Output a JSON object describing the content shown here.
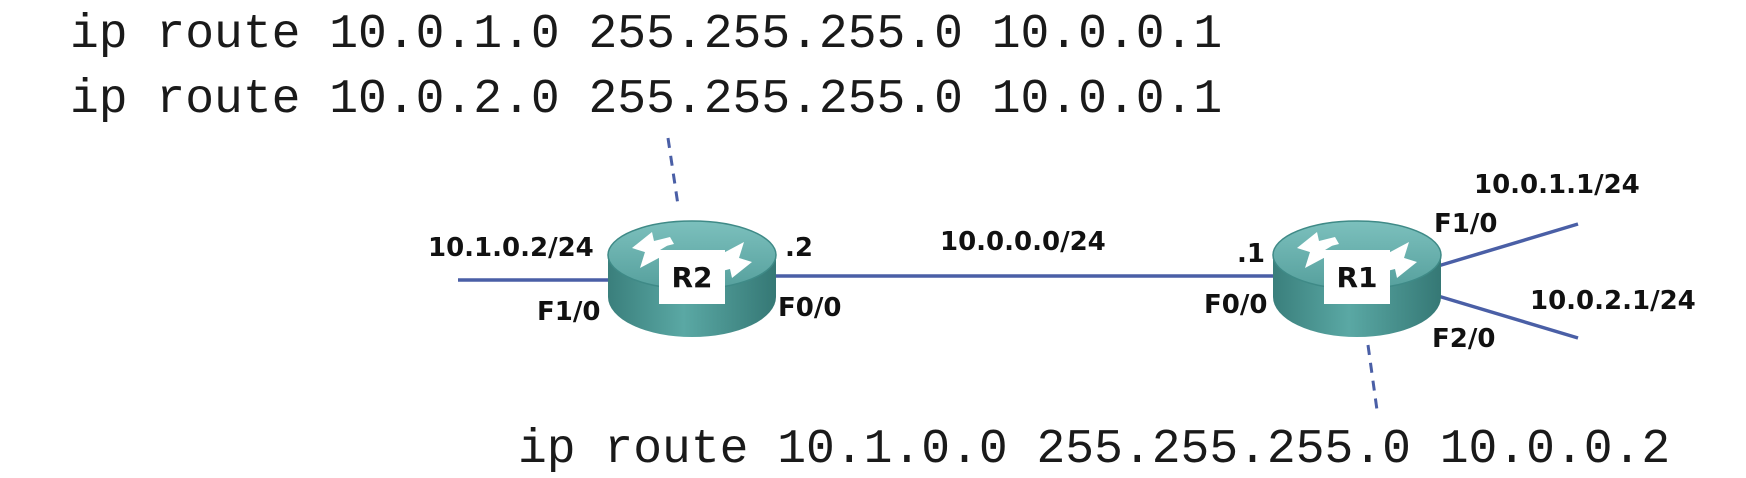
{
  "commands": {
    "r2_route_1": "ip route 10.0.1.0 255.255.255.0 10.0.0.1",
    "r2_route_2": "ip route 10.0.2.0 255.255.255.0 10.0.0.1",
    "r1_route": "ip route 10.1.0.0 255.255.255.0 10.0.0.2"
  },
  "routers": {
    "r2": {
      "name": "R2",
      "if_f10": "F1/0",
      "if_f00": "F0/0",
      "ip_f10": "10.1.0.2/24",
      "host_f00": ".2"
    },
    "r1": {
      "name": "R1",
      "if_f00": "F0/0",
      "if_f10": "F1/0",
      "if_f20": "F2/0",
      "ip_f10": "10.0.1.1/24",
      "ip_f20": "10.0.2.1/24",
      "host_f00": ".1"
    }
  },
  "links": {
    "r1_r2_subnet": "10.0.0.0/24"
  },
  "colors": {
    "link": "#4a5fa6",
    "router_top": "#5fa9a6",
    "router_side": "#3f8a87",
    "text": "#111111"
  }
}
